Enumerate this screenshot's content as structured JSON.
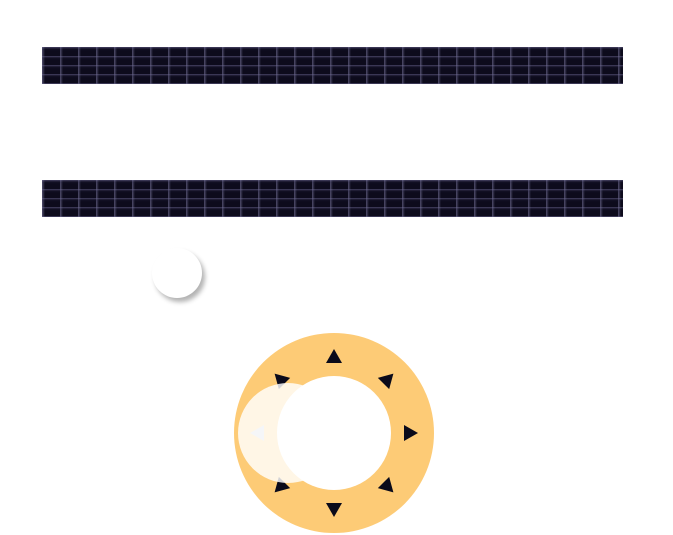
{
  "colors": {
    "wall": "#0d0b1c",
    "joystick_ring": "#fdcb76",
    "arrow": "#0a0a1a",
    "ball": "#ffffff"
  },
  "joystick": {
    "direction": "left",
    "icons": [
      "arrow-up",
      "arrow-up-right",
      "arrow-right",
      "arrow-down-right",
      "arrow-down",
      "arrow-down-left",
      "arrow-left",
      "arrow-up-left"
    ]
  }
}
